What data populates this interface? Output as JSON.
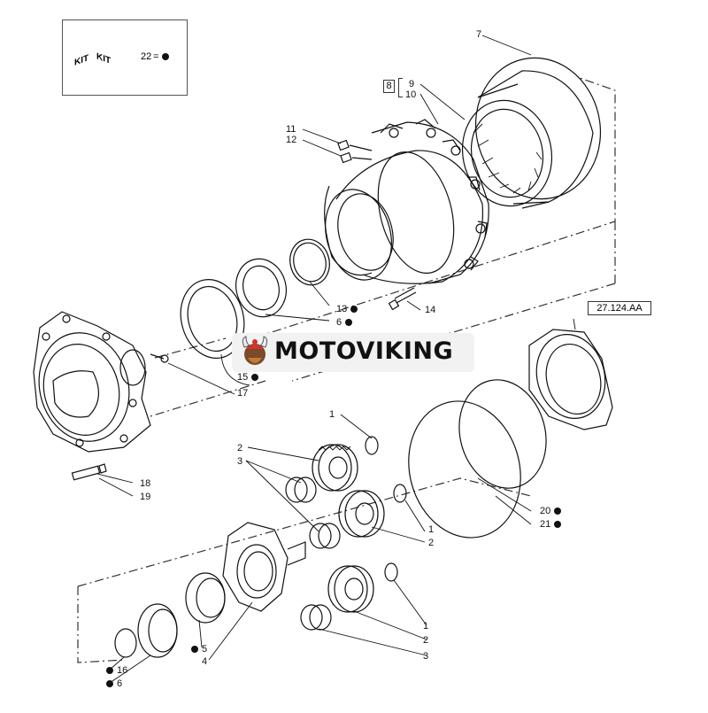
{
  "kit_box": {
    "label": "KIT",
    "legend_number": "22",
    "legend_symbol": "="
  },
  "reference_box": "27.124.AA",
  "bracket_group_label": "8",
  "watermark": {
    "text": "MOTOVIKING",
    "logo_icon": "viking-logo-icon",
    "accent_color": "#d0342c"
  },
  "callouts": [
    {
      "id": "c7",
      "label": "7",
      "has_dot": false
    },
    {
      "id": "c9",
      "label": "9",
      "has_dot": false
    },
    {
      "id": "c10",
      "label": "10",
      "has_dot": false
    },
    {
      "id": "c11",
      "label": "11",
      "has_dot": false
    },
    {
      "id": "c12",
      "label": "12",
      "has_dot": false
    },
    {
      "id": "c13",
      "label": "13",
      "has_dot": true
    },
    {
      "id": "c6a",
      "label": "6",
      "has_dot": true
    },
    {
      "id": "c14",
      "label": "14",
      "has_dot": false
    },
    {
      "id": "c15",
      "label": "15",
      "has_dot": true
    },
    {
      "id": "c17",
      "label": "17",
      "has_dot": false
    },
    {
      "id": "c18",
      "label": "18",
      "has_dot": false
    },
    {
      "id": "c19",
      "label": "19",
      "has_dot": false
    },
    {
      "id": "c1a",
      "label": "1",
      "has_dot": false
    },
    {
      "id": "c2a",
      "label": "2",
      "has_dot": false
    },
    {
      "id": "c3a",
      "label": "3",
      "has_dot": false
    },
    {
      "id": "c1b",
      "label": "1",
      "has_dot": false
    },
    {
      "id": "c2b",
      "label": "2",
      "has_dot": false
    },
    {
      "id": "c20",
      "label": "20",
      "has_dot": true
    },
    {
      "id": "c21",
      "label": "21",
      "has_dot": true
    },
    {
      "id": "c1c",
      "label": "1",
      "has_dot": false
    },
    {
      "id": "c2c",
      "label": "2",
      "has_dot": false
    },
    {
      "id": "c3c",
      "label": "3",
      "has_dot": false
    },
    {
      "id": "c5",
      "label": "5",
      "has_dot": true
    },
    {
      "id": "c4",
      "label": "4",
      "has_dot": false
    },
    {
      "id": "c16",
      "label": "16",
      "has_dot": true
    },
    {
      "id": "c6b",
      "label": "6",
      "has_dot": true
    }
  ]
}
